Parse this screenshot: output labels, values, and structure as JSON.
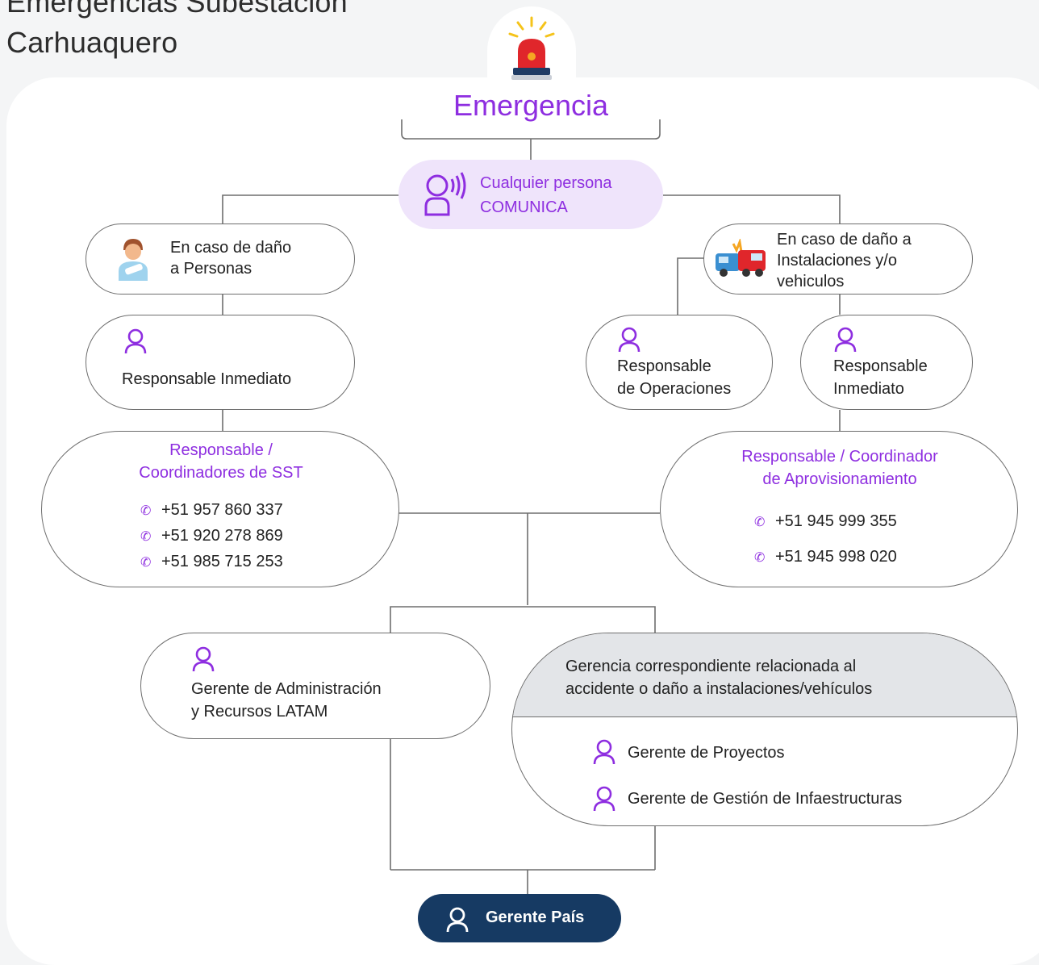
{
  "page_title": [
    "Emergencias Subestación",
    "Carhuaquero"
  ],
  "emergencia": "Emergencia",
  "comunica": [
    "Cualquier persona",
    "COMUNICA"
  ],
  "left_branch": {
    "case": [
      "En caso de daño",
      "a Personas"
    ],
    "responsable": "Responsable Inmediato",
    "sst_title": [
      "Responsable /",
      "Coordinadores de SST"
    ],
    "sst_phones": [
      "+51 957 860 337",
      "+51 920 278 869",
      "+51 985 715 253"
    ]
  },
  "right_branch": {
    "case": [
      "En caso de daño a",
      "Instalaciones y/o",
      "vehiculos"
    ],
    "operaciones": [
      "Responsable",
      "de Operaciones"
    ],
    "inmediato": [
      "Responsable",
      "Inmediato"
    ],
    "aprov_title": [
      "Responsable / Coordinador",
      "de Aprovisionamiento"
    ],
    "aprov_phones": [
      "+51 945 999 355",
      "+51 945 998 020"
    ]
  },
  "admin": [
    "Gerente de Administración",
    "y Recursos LATAM"
  ],
  "gerencia": {
    "header": [
      "Gerencia correspondiente relacionada al",
      "accidente o daño a instalaciones/vehículos"
    ],
    "items": [
      "Gerente de Proyectos",
      "Gerente de Gestión de Infaestructuras"
    ]
  },
  "gerente_pais": "Gerente País",
  "colors": {
    "accent": "#8e2ee0",
    "comunica_bg": "#efe4fb",
    "final_node": "#163a63",
    "line": "#6e6e6e"
  }
}
